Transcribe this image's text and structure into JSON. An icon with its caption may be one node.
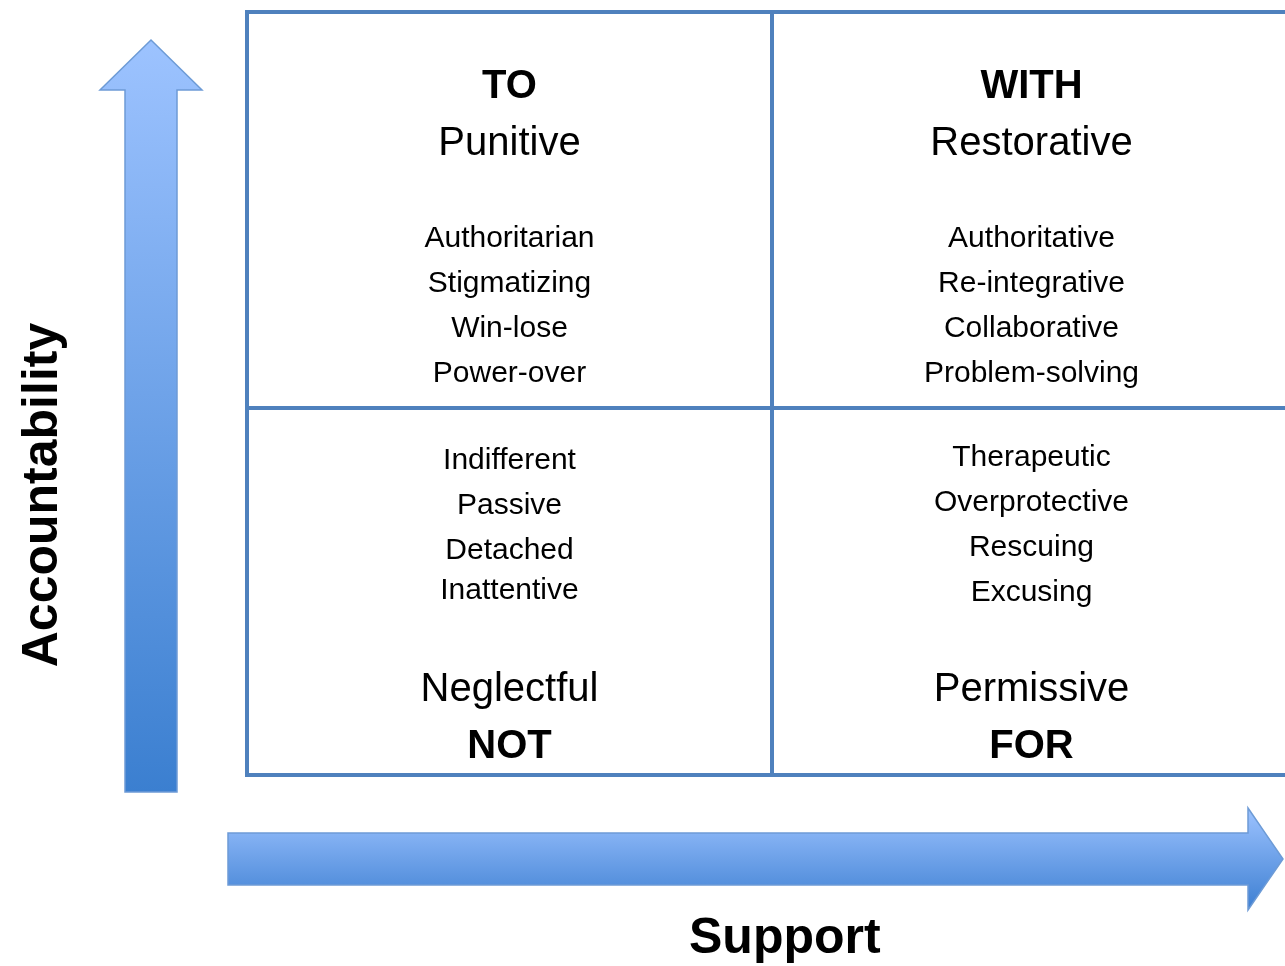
{
  "diagram": {
    "nodes": [
      {
        "text": [
          "TO",
          "Punitive",
          "Authoritarian",
          "Stigmatizing",
          "Win-lose",
          "Power-over"
        ]
      },
      {
        "text": [
          "WITH",
          "Restorative",
          "Authoritative",
          "Re-integrative",
          "Collaborative",
          "Problem-solving"
        ]
      },
      {
        "text": [
          "Indifferent",
          "Passive",
          "Detached",
          "Inattentive",
          "Neglectful",
          "NOT"
        ]
      },
      {
        "text": [
          "Therapeutic",
          "Overprotective",
          "Rescuing",
          "Excusing",
          "Permissive",
          "FOR"
        ]
      }
    ],
    "labels": [
      "Accountability",
      "Support"
    ]
  }
}
